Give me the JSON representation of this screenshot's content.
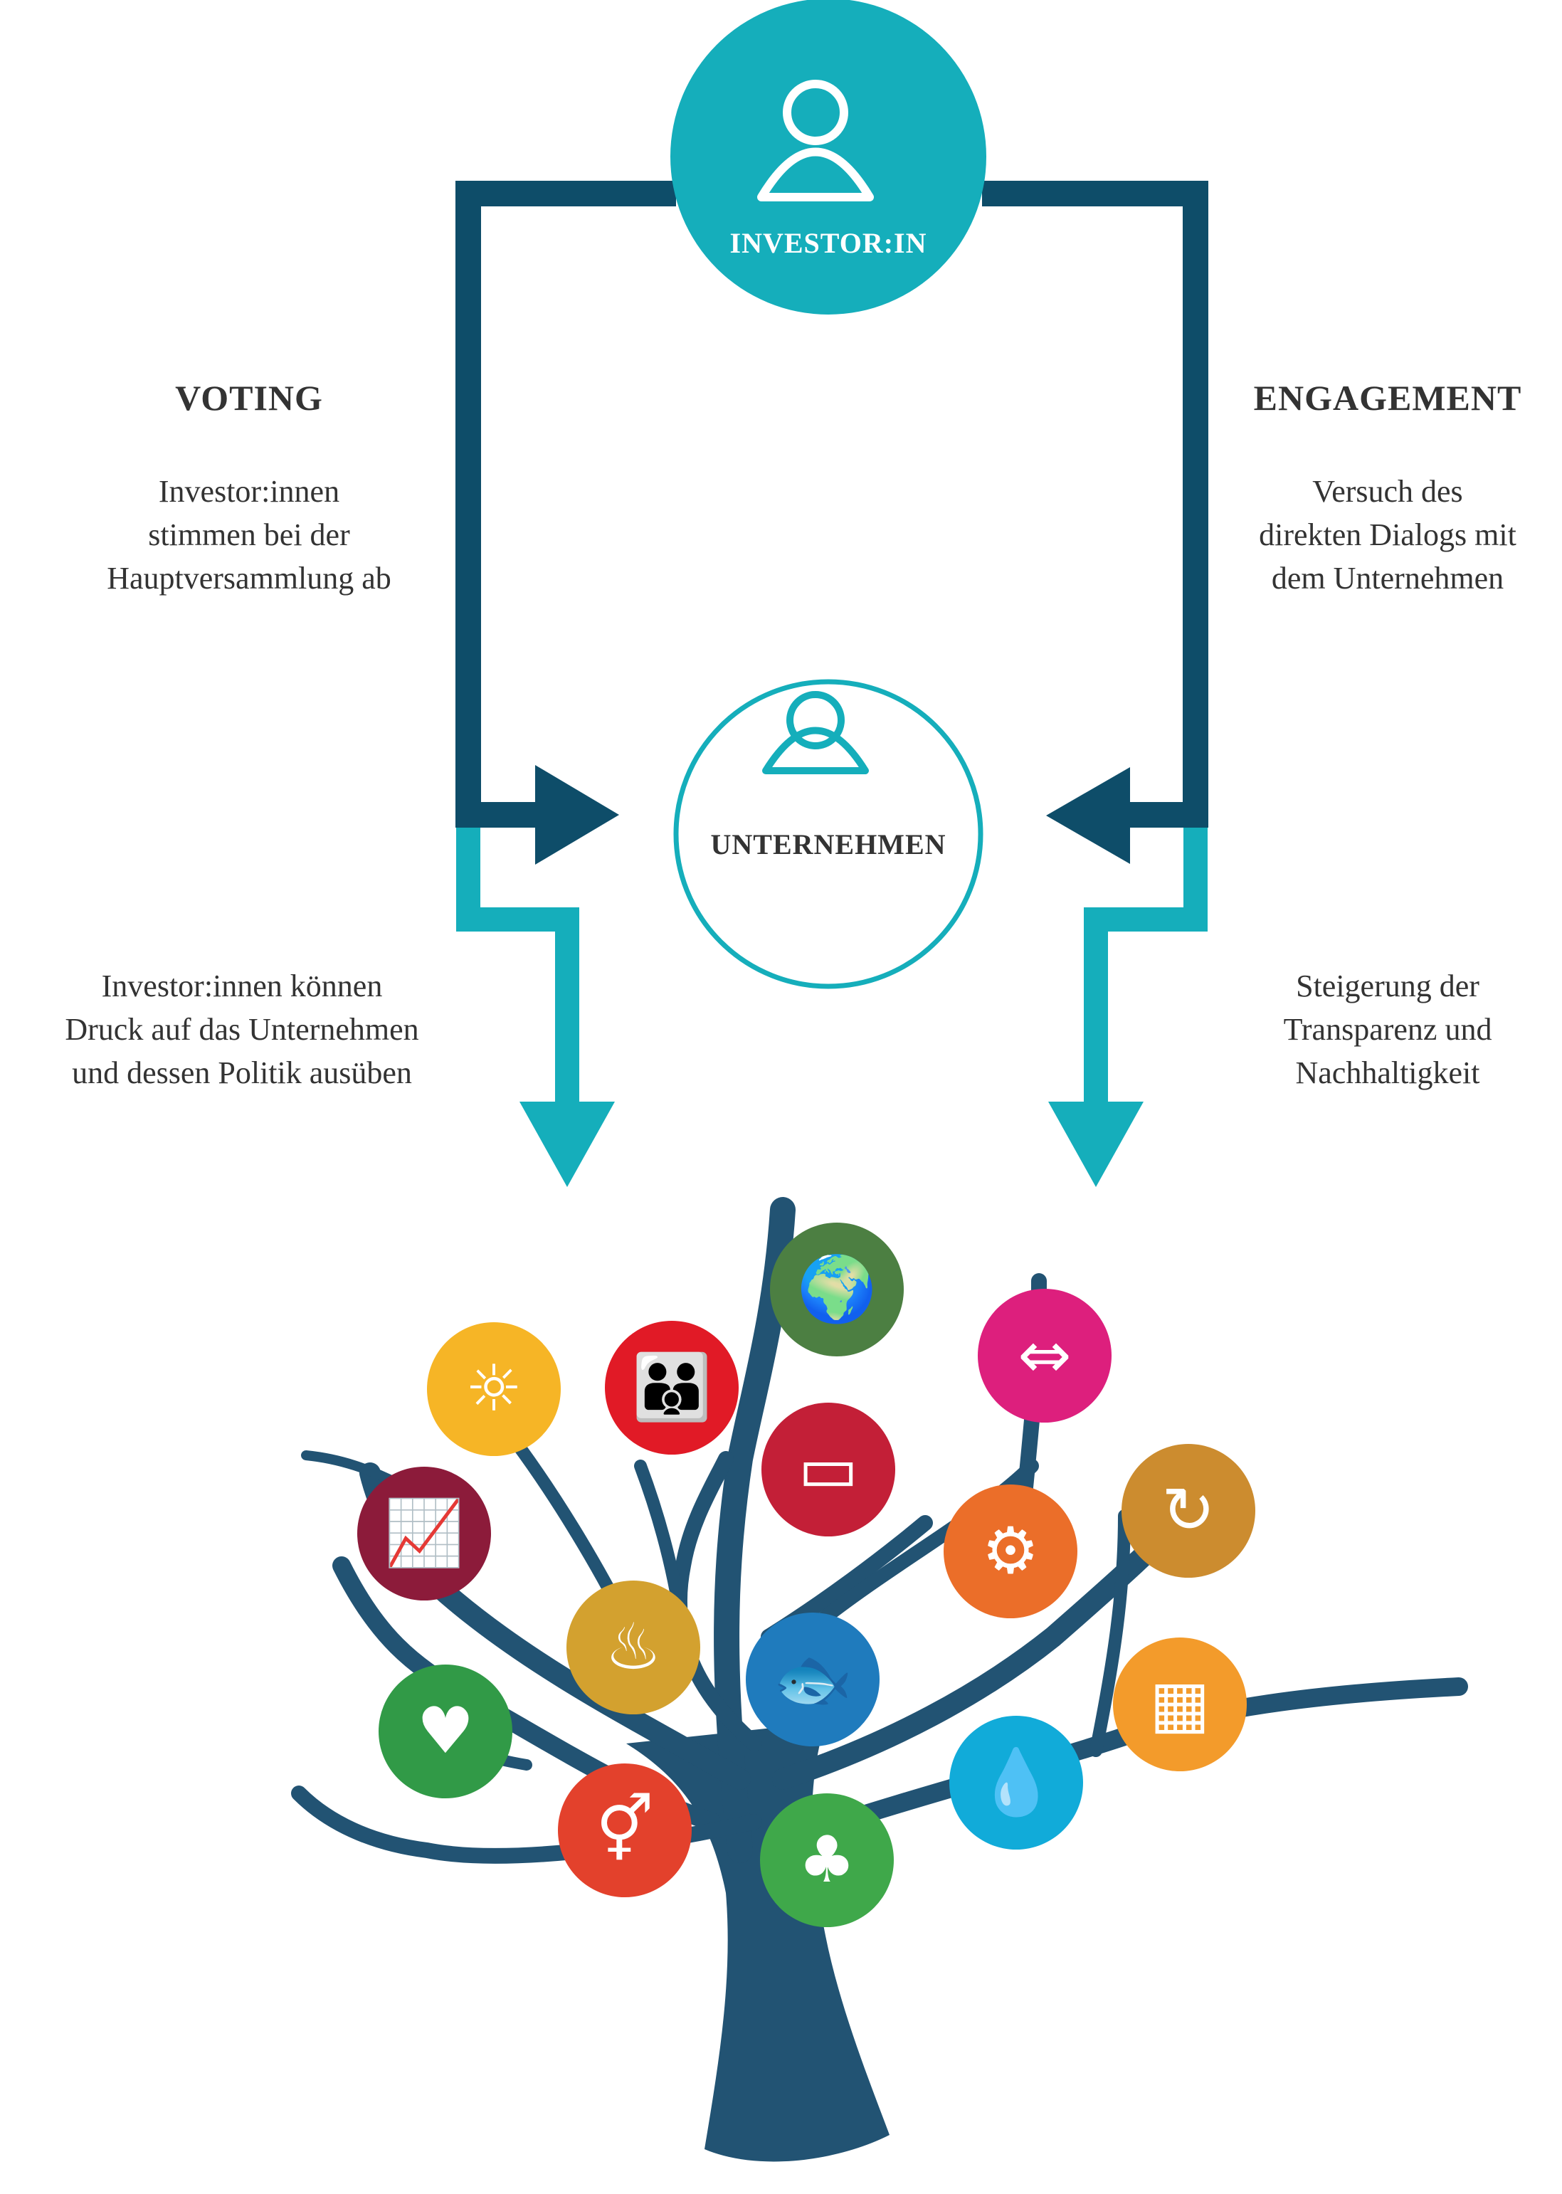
{
  "colors": {
    "navy": "#0e4d69",
    "teal": "#15aebb",
    "text": "#333333",
    "tree": "#225373"
  },
  "nodes": {
    "investor": {
      "label": "INVESTOR:IN",
      "icon": "person-icon"
    },
    "company": {
      "label": "UNTERNEHMEN",
      "icon": "person-icon"
    }
  },
  "voting": {
    "title": "VOTING",
    "description": "Investor:innen\nstimmen bei der\nHauptversammlung ab",
    "effect": "Investor:innen können\nDruck auf das Unternehmen\nund dessen Politik ausüben"
  },
  "engagement": {
    "title": "ENGAGEMENT",
    "description": "Versuch des\ndirekten Dialogs mit\ndem Unternehmen",
    "effect": "Steigerung der\nTransparenz und\nNachhaltigkeit"
  },
  "sdg_icons": [
    {
      "name": "affordable-clean-energy-icon",
      "color": "#f6b526"
    },
    {
      "name": "no-poverty-icon",
      "color": "#e11a26"
    },
    {
      "name": "climate-action-icon",
      "color": "#4c7f42"
    },
    {
      "name": "reduced-inequalities-icon",
      "color": "#dd1f7d"
    },
    {
      "name": "quality-education-icon",
      "color": "#c31f37"
    },
    {
      "name": "decent-work-growth-icon",
      "color": "#8c1b3a"
    },
    {
      "name": "industry-innovation-icon",
      "color": "#eb6e29"
    },
    {
      "name": "responsible-consumption-icon",
      "color": "#cc8c2f"
    },
    {
      "name": "zero-hunger-icon",
      "color": "#d3a12f"
    },
    {
      "name": "life-below-water-icon",
      "color": "#1f7bbd"
    },
    {
      "name": "good-health-icon",
      "color": "#319a47"
    },
    {
      "name": "sustainable-cities-icon",
      "color": "#f39b2b"
    },
    {
      "name": "clean-water-icon",
      "color": "#11abd9"
    },
    {
      "name": "gender-equality-icon",
      "color": "#e3412c"
    },
    {
      "name": "life-on-land-icon",
      "color": "#3fa84a"
    }
  ]
}
